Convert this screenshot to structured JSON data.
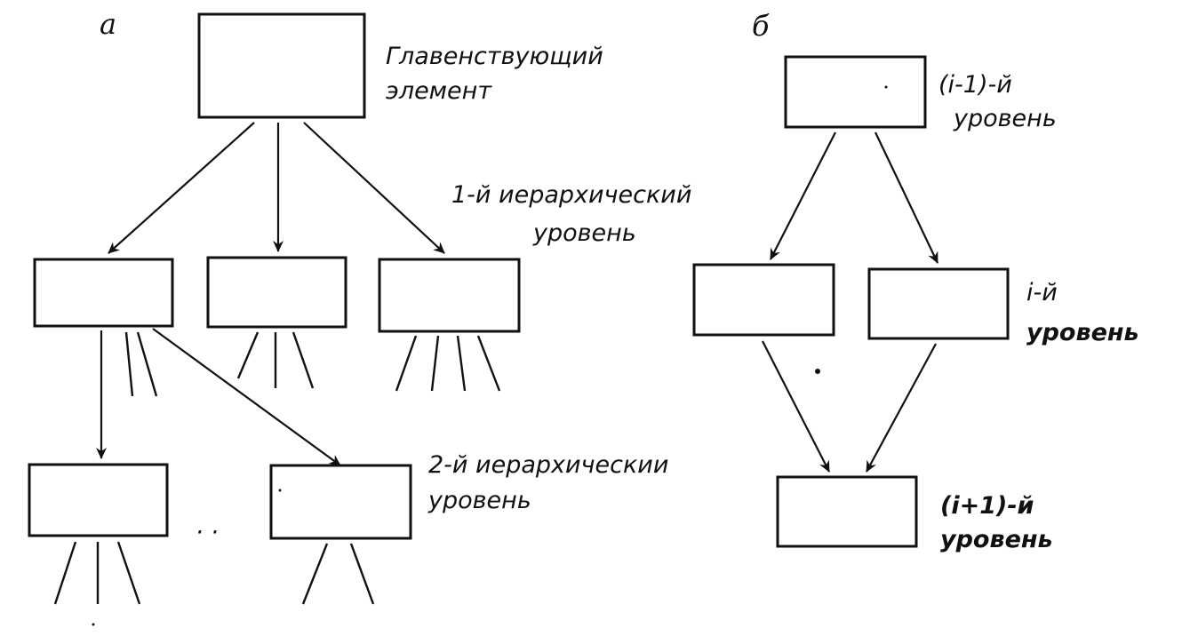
{
  "panel_a": {
    "letter": "а",
    "root_label_line1": "Главенствующий",
    "root_label_line2": "элемент",
    "level1_label_line1": "1-й иерархический",
    "level1_label_line2": "уровень",
    "level2_label_line1": "2-й иерархическии",
    "level2_label_line2": "уровень",
    "ellipsis": "· ·"
  },
  "panel_b": {
    "letter": "б",
    "top_label_line1": "(i-1)-й",
    "top_label_line2": "уровень",
    "middle_label_line1": "i-й",
    "middle_label_line2": "уровень",
    "bottom_label_line1": "(i+1)-й",
    "bottom_label_line2": "уровень"
  },
  "colors": {
    "ink": "#111111",
    "paper": "#ffffff"
  }
}
